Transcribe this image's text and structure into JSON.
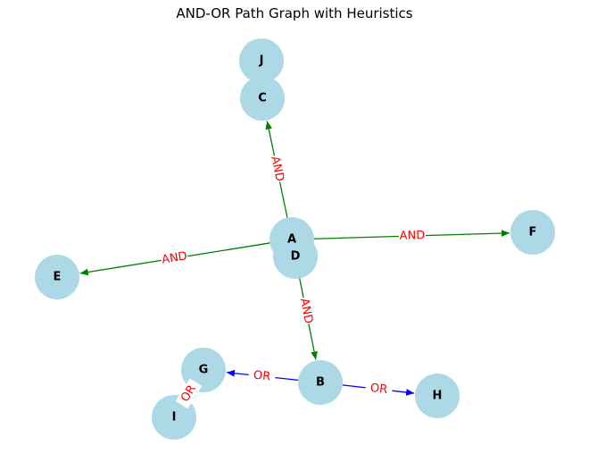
{
  "title": "AND-OR Path Graph with Heuristics",
  "colors": {
    "node": "#add8e6",
    "and_edge": "#008000",
    "or_edge": "#0000ff",
    "edge_label": "#ff0000"
  },
  "nodes": [
    "J",
    "C",
    "A",
    "D",
    "E",
    "F",
    "G",
    "I",
    "B",
    "H"
  ],
  "edges": [
    {
      "from": "A",
      "to": "C",
      "label": "AND",
      "type": "and"
    },
    {
      "from": "A",
      "to": "E",
      "label": "AND",
      "type": "and"
    },
    {
      "from": "A",
      "to": "F",
      "label": "AND",
      "type": "and"
    },
    {
      "from": "A",
      "to": "B",
      "label": "AND",
      "type": "and"
    },
    {
      "from": "B",
      "to": "G",
      "label": "OR",
      "type": "or"
    },
    {
      "from": "B",
      "to": "H",
      "label": "OR",
      "type": "or"
    },
    {
      "from": "I",
      "to": "G",
      "label": "OR",
      "type": "or"
    }
  ]
}
